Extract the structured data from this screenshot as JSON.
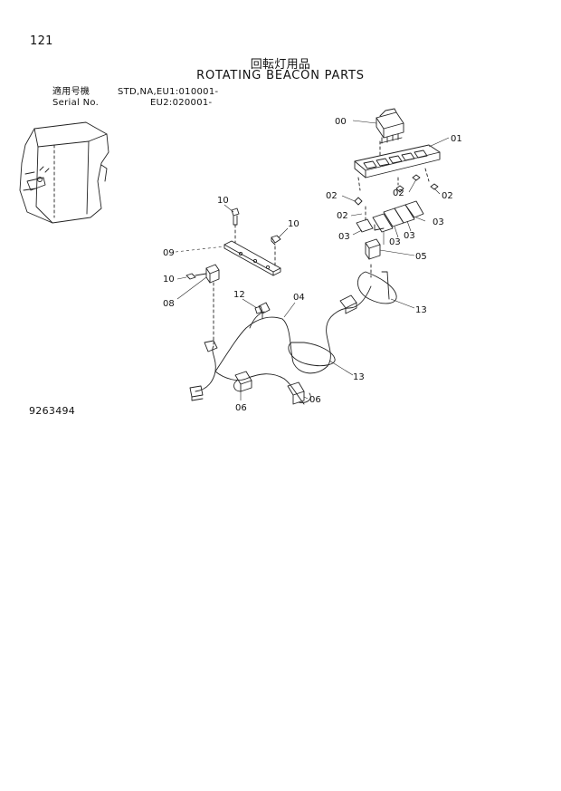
{
  "page_number": "121",
  "title_jp": "回転灯用品",
  "title_en": "ROTATING BEACON PARTS",
  "applicable": {
    "label_jp": "適用号機",
    "label_en": "Serial No.",
    "spec_line1": "STD,NA,EU1:010001-",
    "spec_line2": "EU2:020001-"
  },
  "drawing_number": "9263494",
  "callouts": {
    "c00": "00",
    "c01": "01",
    "c02a": "02",
    "c02b": "02",
    "c02c": "02",
    "c02d": "02",
    "c03a": "03",
    "c03b": "03",
    "c03c": "03",
    "c03d": "03",
    "c04": "04",
    "c05": "05",
    "c06a": "06",
    "c06b": "06",
    "c08": "08",
    "c09": "09",
    "c10a": "10",
    "c10b": "10",
    "c10c": "10",
    "c12": "12",
    "c13a": "13",
    "c13b": "13"
  }
}
